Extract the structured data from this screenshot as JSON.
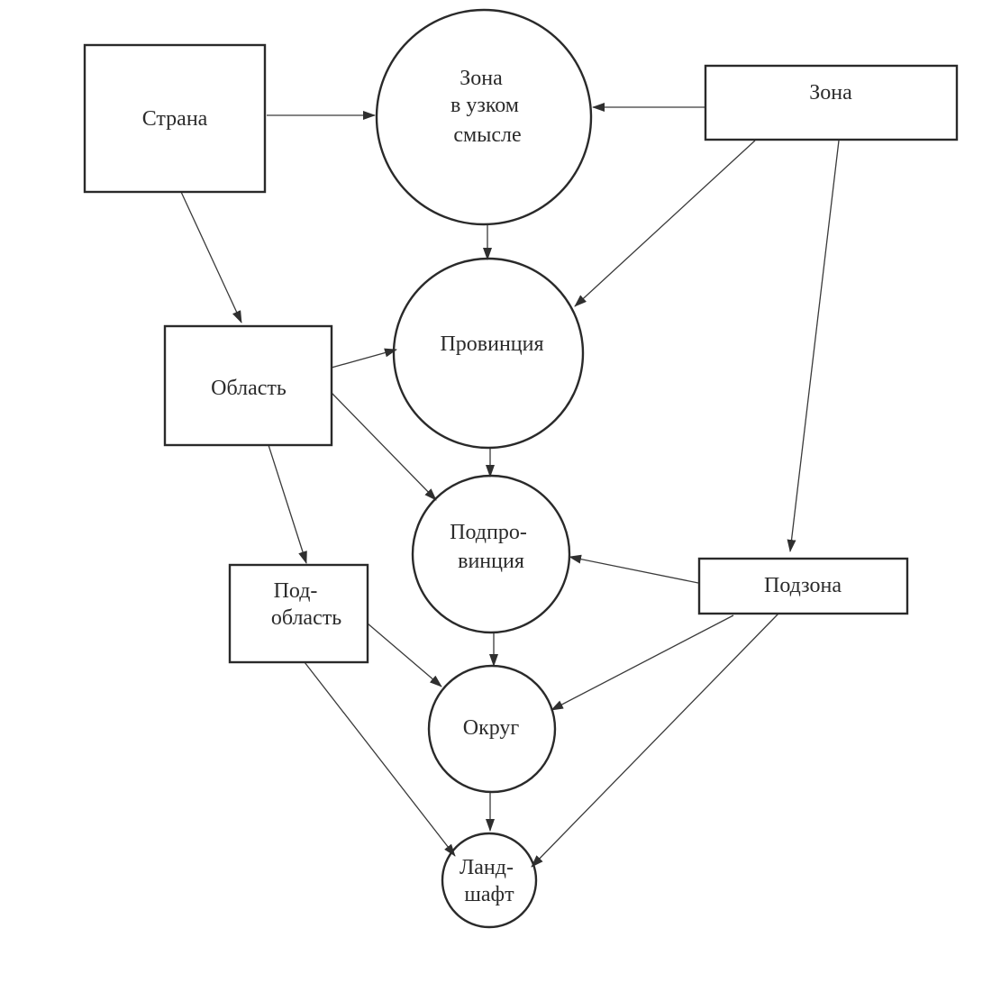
{
  "nodes": {
    "strana": {
      "lines": [
        "Страна"
      ]
    },
    "zona_uzk": {
      "lines": [
        "Зона",
        "в узком",
        "смысле"
      ]
    },
    "zona": {
      "lines": [
        "Зона"
      ]
    },
    "oblast": {
      "lines": [
        "Область"
      ]
    },
    "provintsiya": {
      "lines": [
        "Провинция"
      ]
    },
    "podprovintsiya": {
      "lines": [
        "Подпро-",
        "винция"
      ]
    },
    "podoblast": {
      "lines": [
        "Под-",
        "область"
      ]
    },
    "podzona": {
      "lines": [
        "Подзона"
      ]
    },
    "okrug": {
      "lines": [
        "Округ"
      ]
    },
    "landshaft": {
      "lines": [
        "Ланд-",
        "шафт"
      ]
    }
  },
  "edges": [
    {
      "from": "strana",
      "to": "zona_uzk"
    },
    {
      "from": "zona",
      "to": "zona_uzk"
    },
    {
      "from": "strana",
      "to": "oblast"
    },
    {
      "from": "zona_uzk",
      "to": "provintsiya"
    },
    {
      "from": "zona",
      "to": "provintsiya"
    },
    {
      "from": "zona",
      "to": "podzona"
    },
    {
      "from": "oblast",
      "to": "provintsiya"
    },
    {
      "from": "oblast",
      "to": "podprovintsiya"
    },
    {
      "from": "oblast",
      "to": "podoblast"
    },
    {
      "from": "provintsiya",
      "to": "podprovintsiya"
    },
    {
      "from": "podzona",
      "to": "podprovintsiya"
    },
    {
      "from": "podprovintsiya",
      "to": "okrug"
    },
    {
      "from": "podoblast",
      "to": "okrug"
    },
    {
      "from": "podzona",
      "to": "okrug"
    },
    {
      "from": "podoblast",
      "to": "landshaft"
    },
    {
      "from": "okrug",
      "to": "landshaft"
    },
    {
      "from": "podzona",
      "to": "landshaft"
    }
  ]
}
